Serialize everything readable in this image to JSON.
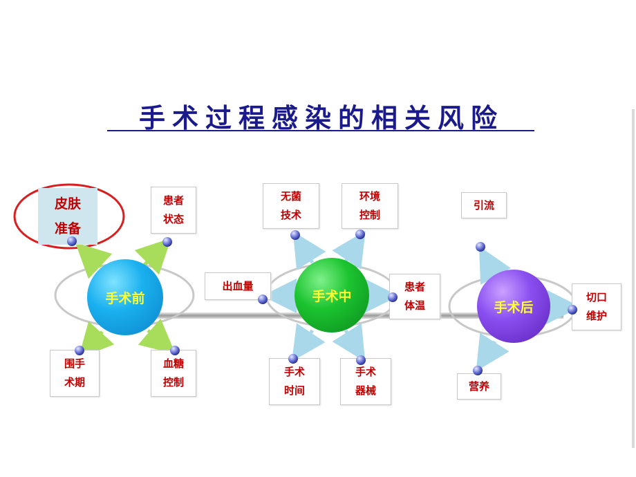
{
  "slide": {
    "title": "手术过程感染的相关风险",
    "phases": {
      "pre": "手术前",
      "mid": "手术中",
      "post": "手术后"
    },
    "factors": {
      "skin_prep": "皮肤\n准备",
      "patient_state": "患者\n状态",
      "perioperative": "围手\n术期",
      "blood_sugar": "血糖\n控制",
      "aseptic": "无菌\n技术",
      "environment": "环境\n控制",
      "blood_loss": "出血量",
      "body_temp": "患者\n体温",
      "surgery_time": "手术\n时间",
      "instruments": "手术\n器械",
      "drainage": "引流",
      "incision_care": "切口\n维护",
      "nutrition": "营养"
    },
    "colors": {
      "title": "#1a1a8c",
      "factor_text": "#c00000",
      "hub_text": "#ffff33",
      "highlight_ring": "#d81e1e",
      "arrow_pre": "#a8dd5c",
      "arrow_mid_post": "#a8d8ea"
    }
  }
}
